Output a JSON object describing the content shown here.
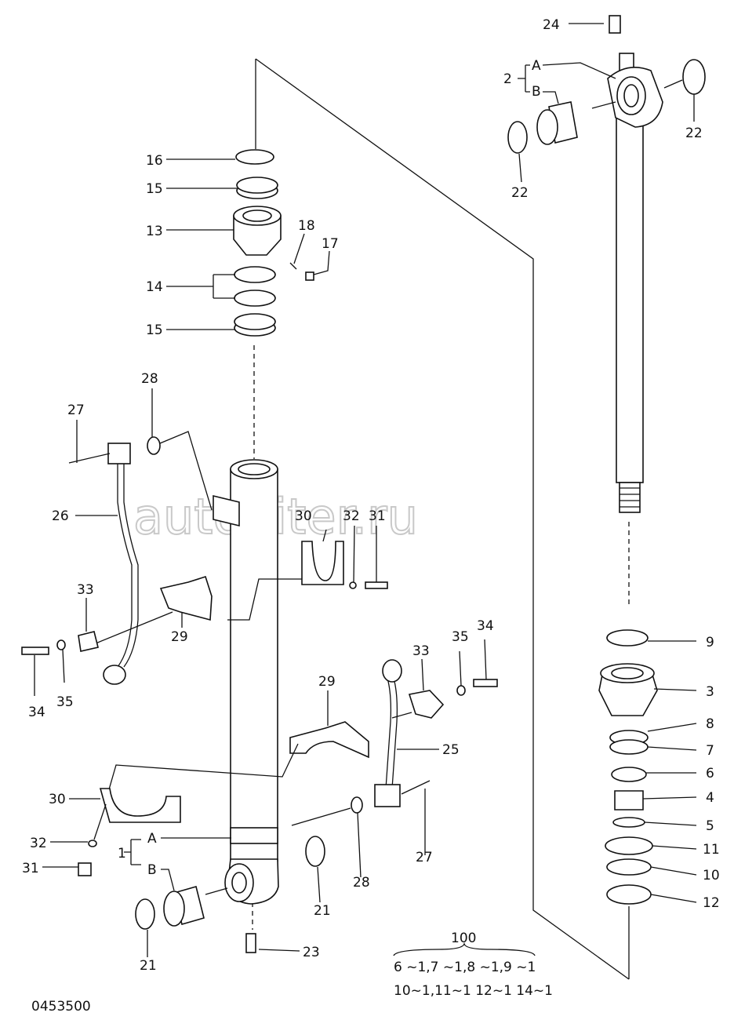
{
  "watermark": "autopiter.ru",
  "drawing_number": "0453500",
  "kit": {
    "number": "100",
    "line1": "6 ~1,7 ~1,8 ~1,9 ~1",
    "line2": "10~1,11~1 12~1 14~1"
  },
  "labels": {
    "l24": "24",
    "l2": "2",
    "l2A": "A",
    "l2B": "B",
    "l22a": "22",
    "l22b": "22",
    "l16": "16",
    "l15a": "15",
    "l13": "13",
    "l18": "18",
    "l17": "17",
    "l14": "14",
    "l15b": "15",
    "l28a": "28",
    "l27a": "27",
    "l26": "26",
    "l30a": "30",
    "l32a": "32",
    "l31a": "31",
    "l33a": "33",
    "l29a": "29",
    "l34a": "34",
    "l35a": "35",
    "l35b": "35",
    "l34b": "34",
    "l33b": "33",
    "l29b": "29",
    "l25": "25",
    "l30b": "30",
    "l32b": "32",
    "l31b": "31",
    "l1": "1",
    "l1A": "A",
    "l1B": "B",
    "l27b": "27",
    "l28b": "28",
    "l21a": "21",
    "l21b": "21",
    "l23": "23",
    "l9": "9",
    "l3": "3",
    "l8": "8",
    "l7": "7",
    "l6": "6",
    "l4": "4",
    "l5": "5",
    "l11": "11",
    "l10": "10",
    "l12": "12"
  }
}
